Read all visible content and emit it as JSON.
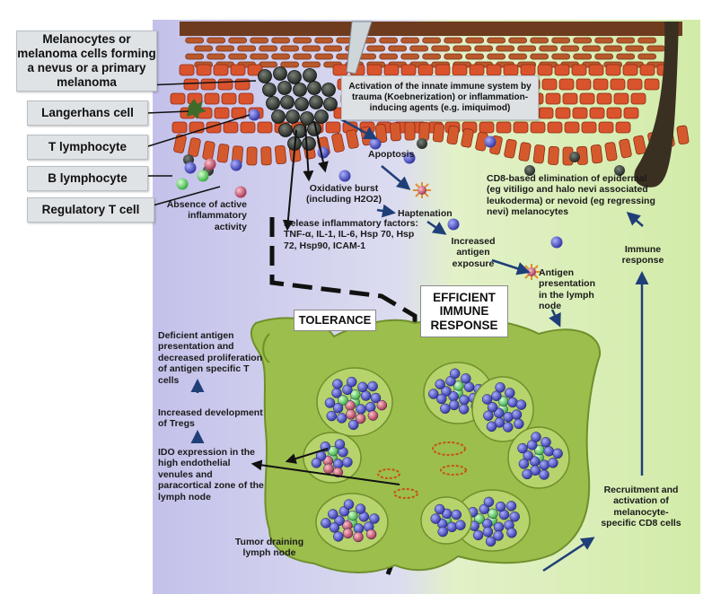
{
  "labels": {
    "melanocytes": "Melanocytes or melanoma cells forming a nevus or a primary melanoma",
    "langerhans": "Langerhans cell",
    "t_lymphocyte": "T lymphocyte",
    "b_lymphocyte": "B lymphocyte",
    "treg": "Regulatory T cell",
    "activation": "Activation of the innate immune system by trauma  (Koebnerization) or inflammation-inducing  agents (e.g. imiquimod)",
    "apoptosis": "Apoptosis",
    "absence": "Absence of active inflammatory activity",
    "oxidative": "Oxidative burst (including H2O2)",
    "haptenation": "Haptenation",
    "inflammatory": "Release inflammatory factors: TNF-α, IL-1, IL-6, Hsp 70, Hsp 72, Hsp90, ICAM-1",
    "cd8_elimination": "CD8-based elimination of epidermal (eg vitiligo and halo nevi associated leukoderma) or nevoid (eg regressing nevi) melanocytes",
    "increased_antigen": "Increased antigen exposure",
    "antigen_presentation": "Antigen presentation in the lymph node",
    "immune_response": "Immune response",
    "efficient": "EFFICIENT IMMUNE RESPONSE",
    "tolerance": "TOLERANCE",
    "deficient": "Deficient antigen presentation and decreased proliferation of antigen specific T cells",
    "tregs_dev": "Increased development of Tregs",
    "ido": "IDO expression in the high endothelial venules and paracortical zone of the lymph node",
    "recruitment": "Recruitment and activation of melanocyte-specific CD8 cells",
    "tumor_node": "Tumor draining lymph node"
  },
  "colors": {
    "dermis_left": "#c9c6ea",
    "dermis_right": "#d9efb4",
    "lymph_node": "#9bbd4a",
    "t_cell": "#3b3fb8",
    "b_cell": "#5ccf5a",
    "treg_cell": "#c04a6a",
    "keratinocyte": "#d9532c",
    "melanocyte": "#2f3430",
    "arrow": "#1f3f78"
  }
}
